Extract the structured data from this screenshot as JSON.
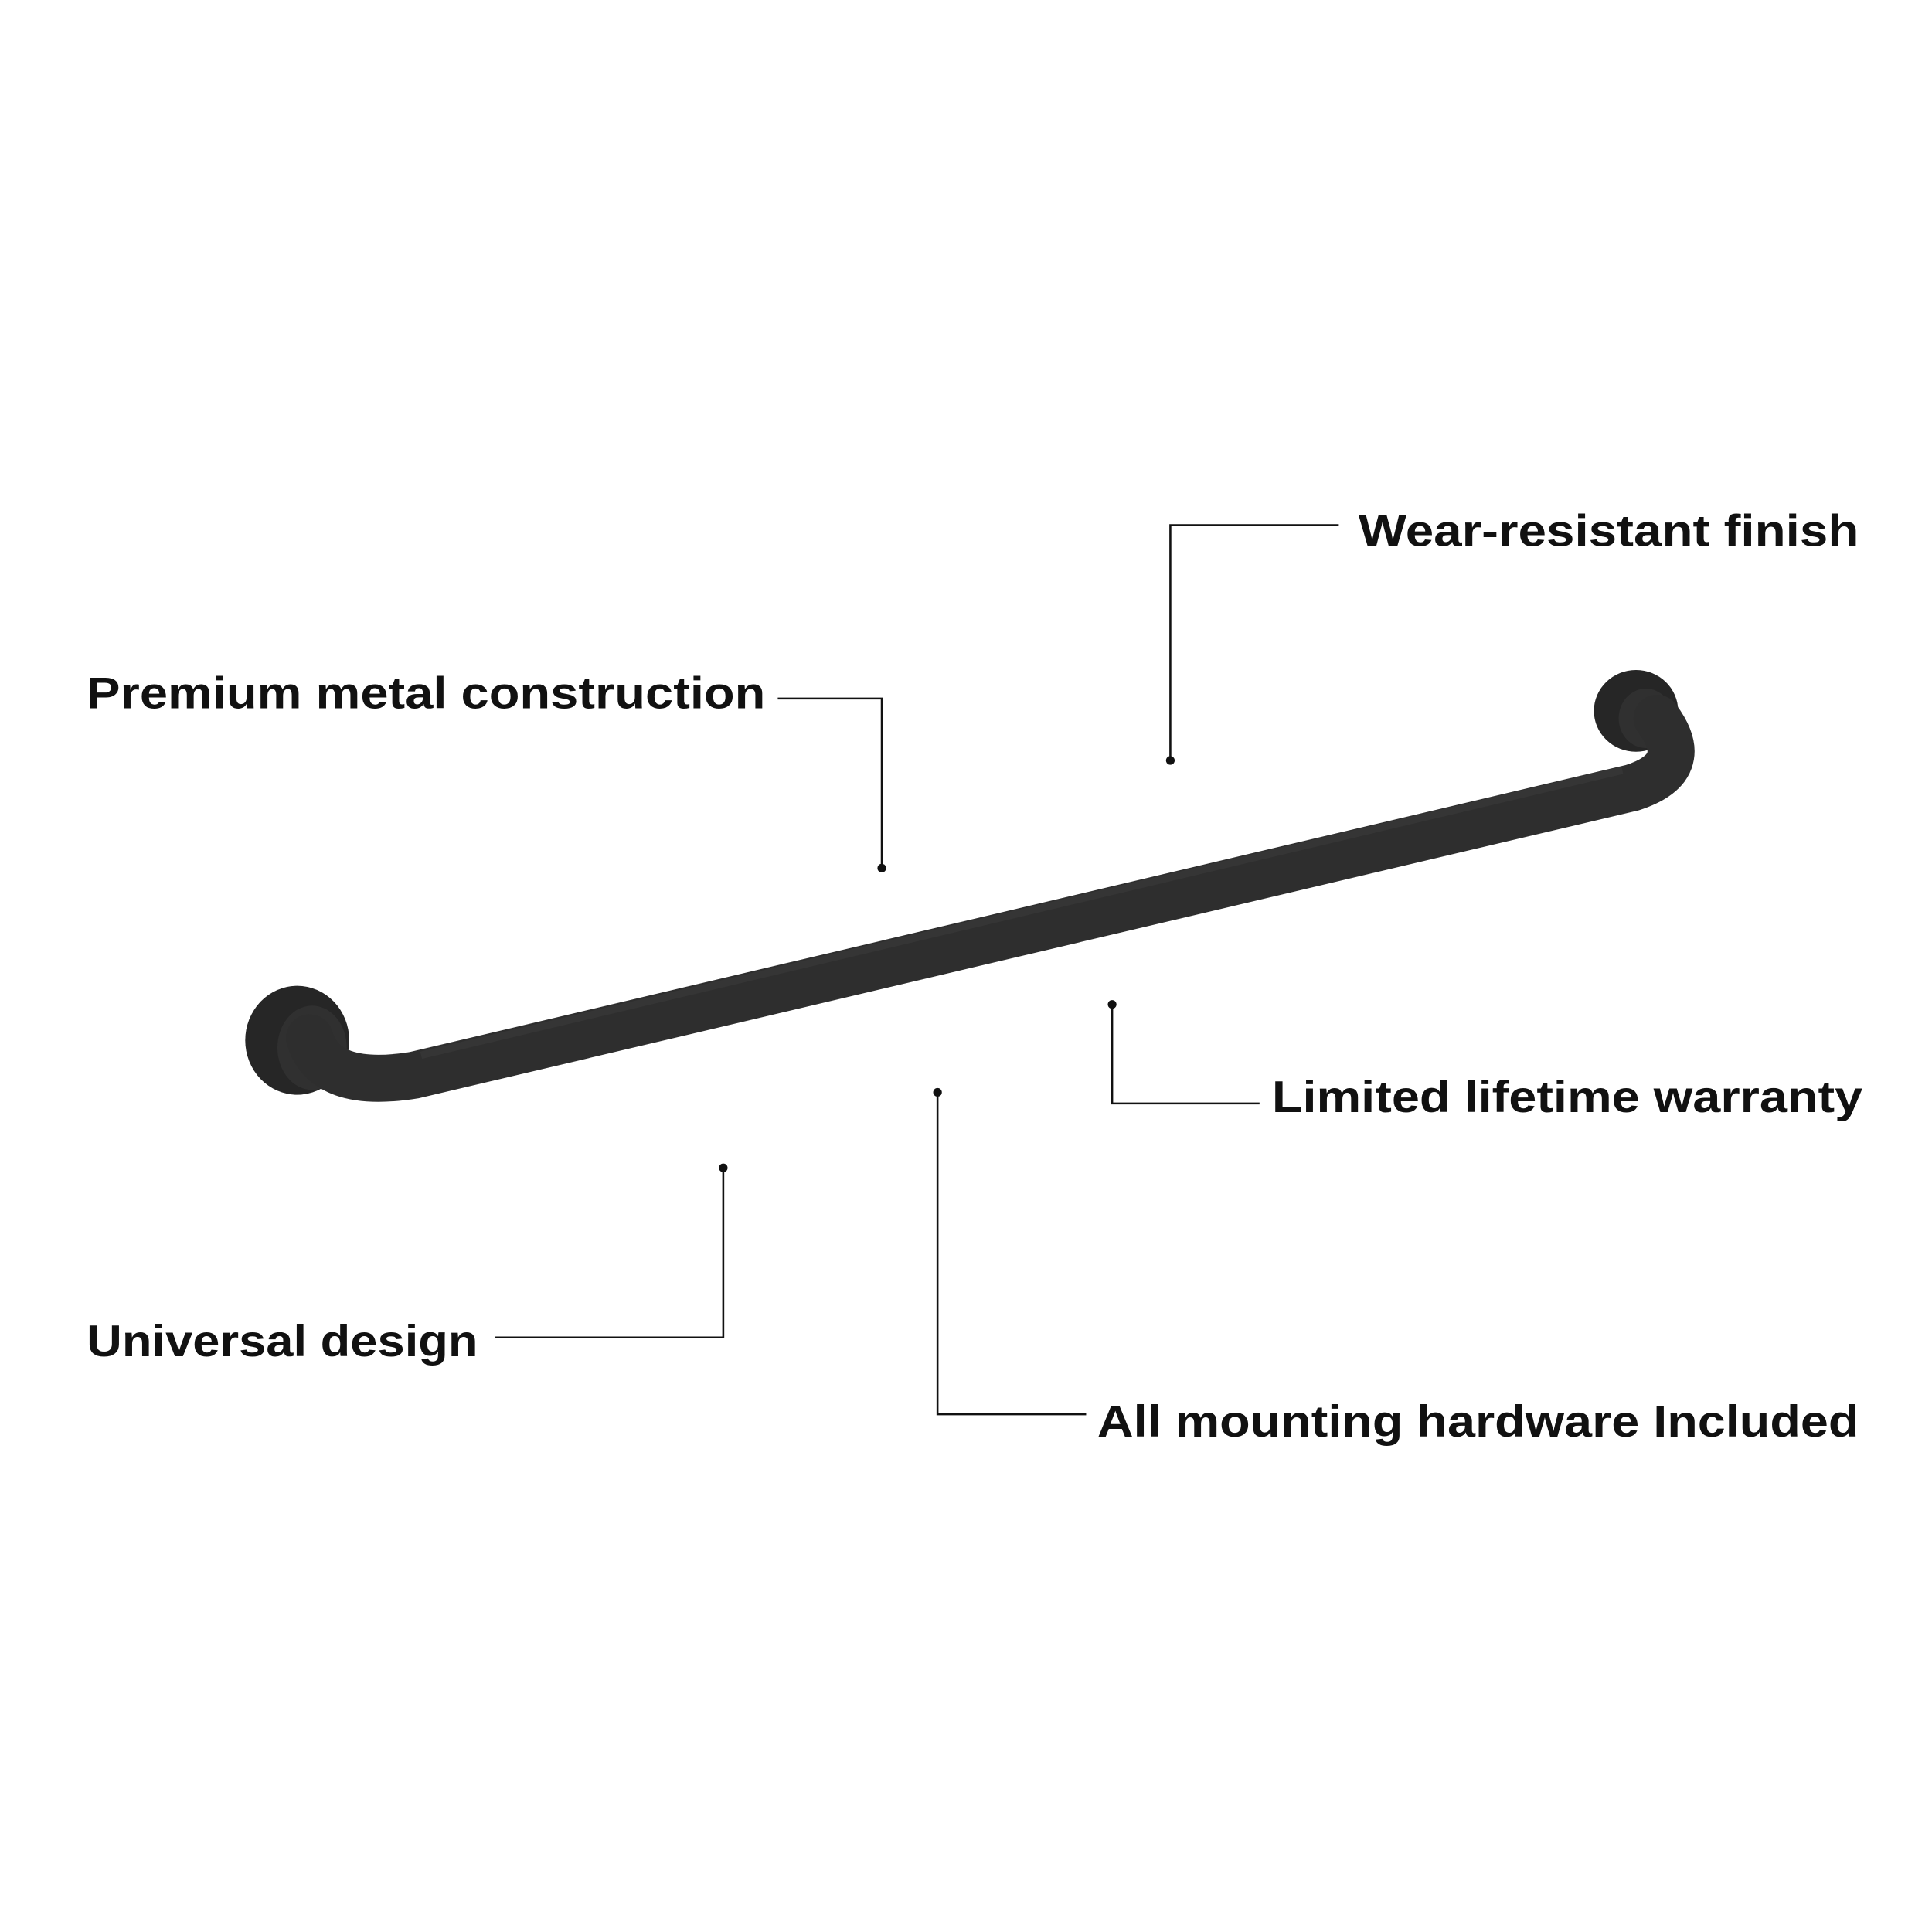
{
  "callouts": {
    "wear": "Wear-resistant finish",
    "premium": "Premium metal construction",
    "warranty": "Limited lifetime warranty",
    "universal": "Universal design",
    "hardware": "All mounting hardware Included"
  },
  "colors": {
    "product": "#2a2a2a",
    "text": "#111111",
    "background": "#ffffff"
  }
}
